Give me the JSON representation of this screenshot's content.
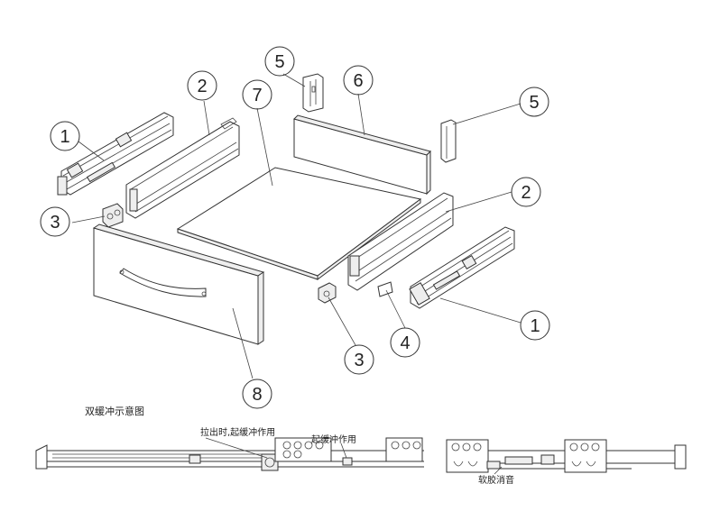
{
  "callouts": {
    "c1a": "1",
    "c2a": "2",
    "c3a": "3",
    "c5a": "5",
    "c6": "6",
    "c7": "7",
    "c5b": "5",
    "c2b": "2",
    "c4": "4",
    "c1b": "1",
    "c3b": "3",
    "c8": "8"
  },
  "labels": {
    "title": "双缓冲示意图",
    "pull_out": "拉出时,起缓冲作用",
    "buffer": "起缓冲作用",
    "soft_close": "软胶消音"
  }
}
